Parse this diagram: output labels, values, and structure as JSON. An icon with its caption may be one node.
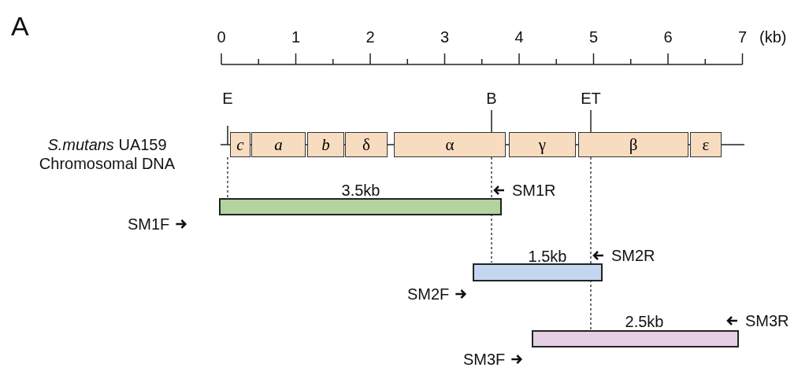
{
  "diagram": {
    "nodes": [
      {
        "text": [
          "c"
        ]
      },
      {
        "text": [
          "a"
        ]
      },
      {
        "text": [
          "b"
        ]
      },
      {
        "text": [
          "δ"
        ]
      },
      {
        "text": [
          "α"
        ]
      },
      {
        "text": [
          "γ"
        ]
      },
      {
        "text": [
          "β"
        ]
      },
      {
        "text": [
          "ε"
        ]
      },
      {
        "text": [],
        "shape": "bar",
        "beside": [
          "3.5kb"
        ]
      },
      {
        "text": [],
        "shape": "bar",
        "beside": [
          "1.5kb"
        ]
      },
      {
        "text": [],
        "shape": "bar",
        "beside": [
          "2.5kb"
        ]
      }
    ],
    "labels": [
      "A",
      "0",
      "1",
      "2",
      "3",
      "4",
      "5",
      "6",
      "7",
      "(kb)",
      "E",
      "B",
      "ET",
      "*S.mutans* UA159 Chromosomal DNA",
      "SM1R",
      "SM1F",
      "SM2R",
      "SM2F",
      "SM3R",
      "SM3F"
    ]
  }
}
